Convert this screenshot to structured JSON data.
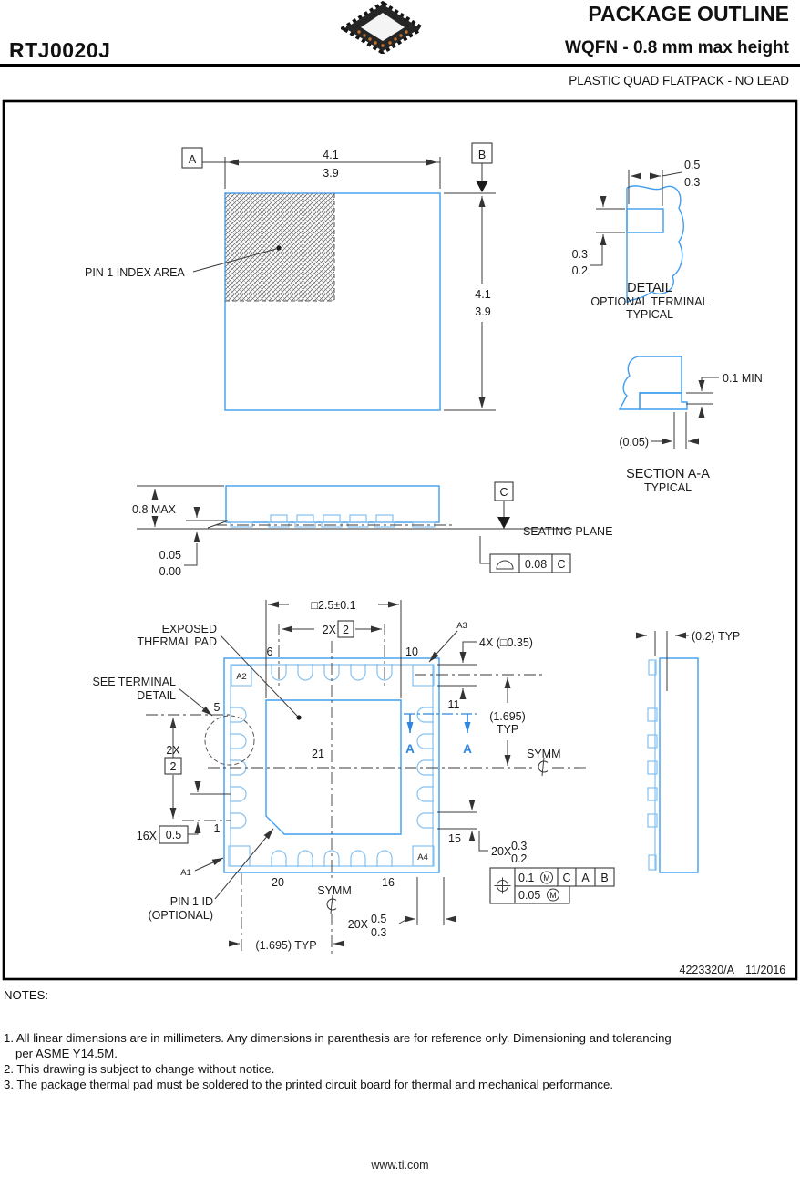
{
  "header": {
    "part_number": "RTJ0020J",
    "title": "PACKAGE OUTLINE",
    "subtitle": "WQFN - 0.8 mm max height",
    "description": "PLASTIC QUAD FLATPACK - NO LEAD"
  },
  "views": {
    "top": {
      "datum_a": "A",
      "datum_b": "B",
      "width_upper": "4.1",
      "width_lower": "3.9",
      "height_upper": "4.1",
      "height_lower": "3.9",
      "pin1_index": "PIN 1 INDEX AREA"
    },
    "detail": {
      "len_upper": "0.5",
      "len_lower": "0.3",
      "th_upper": "0.3",
      "th_lower": "0.2",
      "title": "DETAIL",
      "sub1": "OPTIONAL TERMINAL",
      "sub2": "TYPICAL"
    },
    "section": {
      "min_gap": "0.1 MIN",
      "ref_offset": "(0.05)",
      "title": "SECTION A-A",
      "sub": "TYPICAL"
    },
    "front": {
      "max_height": "0.8 MAX",
      "standoff_upper": "0.05",
      "standoff_lower": "0.00",
      "datum_c": "C",
      "seating": "SEATING PLANE",
      "flat_tol": "0.08",
      "flat_datum": "C"
    },
    "bottom": {
      "exposed1": "EXPOSED",
      "exposed2": "THERMAL PAD",
      "see1": "SEE TERMINAL",
      "see2": "DETAIL",
      "pad_dim": "□2.5±0.1",
      "pitch2_label": "2X",
      "pitch2_val": "2",
      "pin6": "6",
      "pin10": "10",
      "pin11": "11",
      "pin15": "15",
      "pin16": "16",
      "pin20": "20",
      "pin1": "1",
      "pin5": "5",
      "pin21": "21",
      "corner_a1": "A1",
      "corner_a2": "A2",
      "corner_a3": "A3",
      "corner_a4": "A4",
      "corner_dim": "4X (□0.35)",
      "typ_v1": "(1.695)",
      "typ_v2": "TYP",
      "symm": "SYMM",
      "count2x": "2X",
      "val2": "2",
      "count16x": "16X",
      "val05": "0.5",
      "w_count": "20X",
      "w_upper": "0.3",
      "w_lower": "0.2",
      "l_count": "20X",
      "l_upper": "0.5",
      "l_lower": "0.3",
      "typ_b": "(1.695) TYP",
      "pin1_id1": "PIN 1 ID",
      "pin1_id2": "(OPTIONAL)",
      "fcf_tol": "0.1",
      "fcf_mod": "M",
      "fcf_dc": "C",
      "fcf_da": "A",
      "fcf_db": "B",
      "fcf_tol2": "0.05",
      "fcf_mod2": "M",
      "section_a": "A"
    },
    "end": {
      "typ": "(0.2) TYP"
    }
  },
  "title_block": {
    "number": "4223320/A",
    "date": "11/2016"
  },
  "notes": {
    "heading": "NOTES:",
    "line1": "1. All linear dimensions are in millimeters. Any dimensions in parenthesis are for reference only. Dimensioning and tolerancing",
    "line1b": "per ASME Y14.5M.",
    "line2": "2. This drawing is subject to change without notice.",
    "line3": "3. The package thermal pad must be soldered to the printed circuit board for thermal and mechanical performance."
  },
  "footer": {
    "url": "www.ti.com"
  },
  "colors": {
    "outline_blue": "#3f9ef0",
    "outline_blue_light": "#85c1f0",
    "section_blue": "#2e86de",
    "dim_gray": "#3a3a3a"
  }
}
